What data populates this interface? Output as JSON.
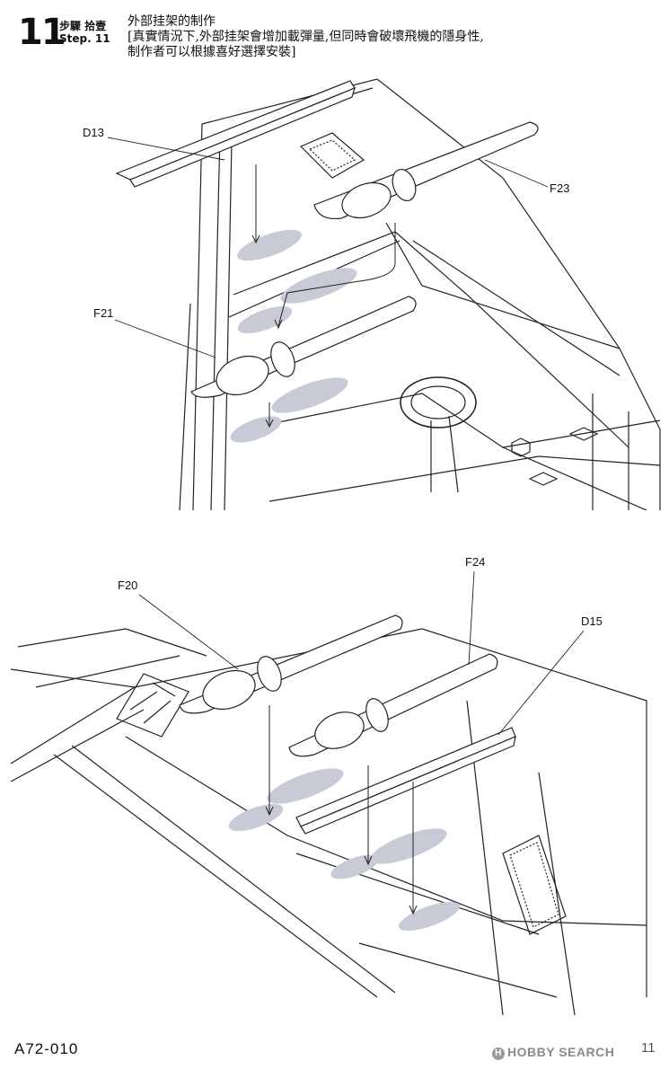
{
  "step": {
    "number": "11",
    "label_zh": "步驟 拾壹",
    "label_en": "Step. 11",
    "title": "外部挂架的制作",
    "note_line1": "[真實情況下,外部挂架會增加載彈量,但同時會破壞飛機的隱身性,",
    "note_line2": "制作者可以根據喜好選擇安裝]"
  },
  "figures": [
    {
      "name": "upper-wing-assembly",
      "parts": [
        "D13",
        "F23",
        "F21"
      ]
    },
    {
      "name": "lower-wing-assembly",
      "parts": [
        "F20",
        "F24",
        "D15"
      ]
    }
  ],
  "footer": {
    "code": "A72-010",
    "brand": "HOBBY SEARCH",
    "page": "11"
  }
}
